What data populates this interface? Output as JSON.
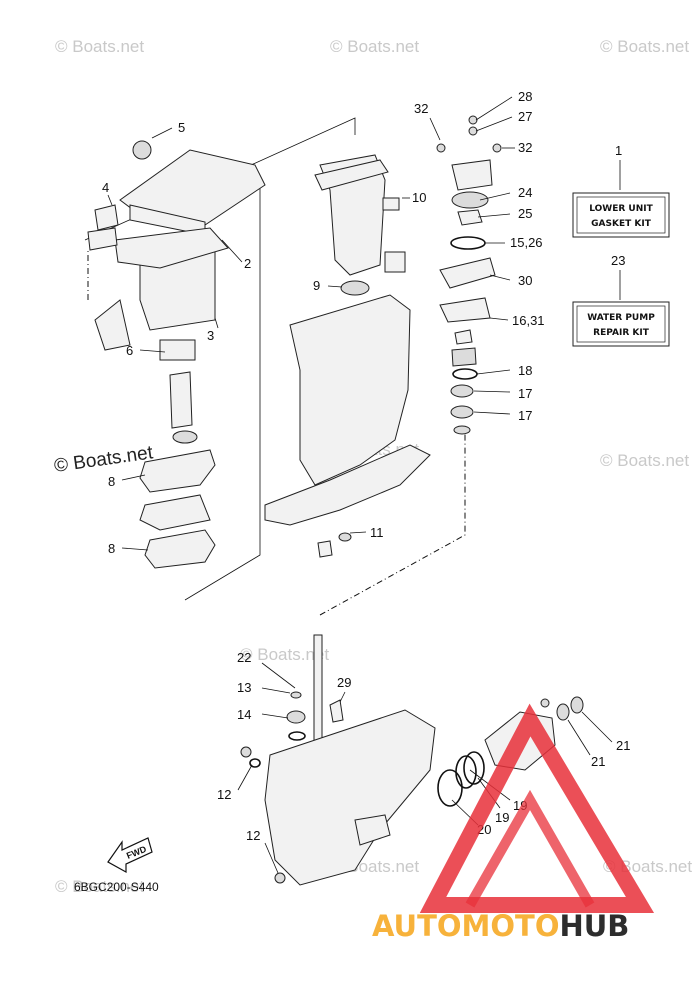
{
  "watermarks": [
    {
      "text": "© Boats.net"
    },
    {
      "text": "© Boats.net"
    },
    {
      "text": "© Boats.net"
    },
    {
      "text": "© Boats.net"
    },
    {
      "text": "© Boats.net"
    },
    {
      "text": "© Boats.net"
    },
    {
      "text": "© Boats.net"
    },
    {
      "text": "© Boats.net"
    },
    {
      "text": "© Boats.net"
    }
  ],
  "watermark_large": "© Boats.net",
  "callouts": {
    "c1": "1",
    "c2": "2",
    "c3": "3",
    "c4": "4",
    "c5": "5",
    "c6": "6",
    "c8a": "8",
    "c8b": "8",
    "c9": "9",
    "c10": "10",
    "c11": "11",
    "c12a": "12",
    "c12b": "12",
    "c13": "13",
    "c14": "14",
    "c15_26": "15,26",
    "c16_31": "16,31",
    "c17a": "17",
    "c17b": "17",
    "c18": "18",
    "c19a": "19",
    "c19b": "19",
    "c20": "20",
    "c21a": "21",
    "c21b": "21",
    "c22": "22",
    "c23": "23",
    "c24": "24",
    "c25": "25",
    "c27": "27",
    "c28": "28",
    "c29": "29",
    "c30": "30",
    "c32a": "32",
    "c32b": "32"
  },
  "kits": {
    "lower_unit": {
      "line1": "LOWER UNIT",
      "line2": "GASKET KIT"
    },
    "water_pump": {
      "line1": "WATER PUMP",
      "line2": "REPAIR KIT"
    }
  },
  "fwd_label": "FWD",
  "diagram_code": "6BGC200-S440",
  "brand": {
    "part1": "AUTOMOTO",
    "part2": "HUB",
    "color1": "#f7b23b",
    "color2": "#2d2d2d",
    "logo_color": "#e8303a"
  }
}
